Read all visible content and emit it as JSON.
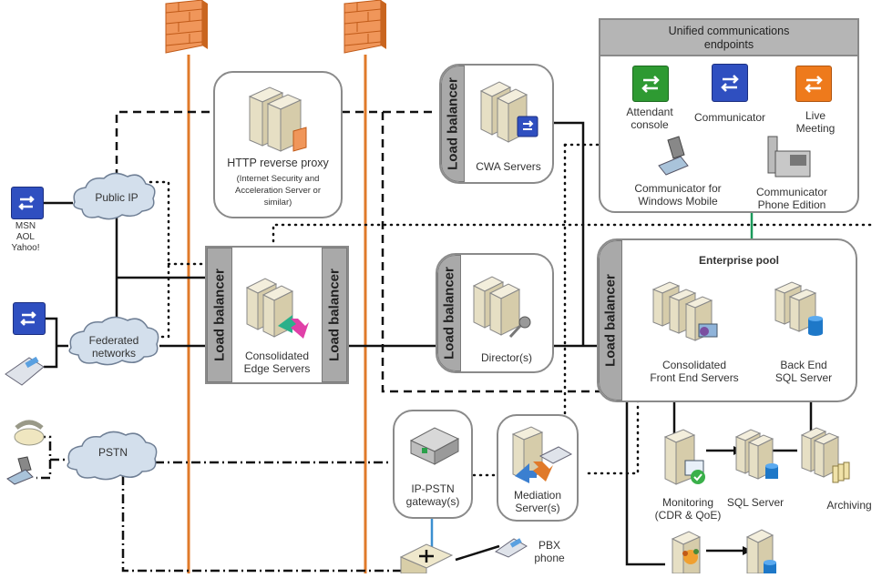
{
  "title": "Office Communications Server topology",
  "line_styles": {
    "firewall": "#e07a2a",
    "solid": "#111111",
    "blue_link": "#3b8fd0",
    "green_link": "#1a9a5a"
  },
  "firewalls": [
    {
      "name": "firewall-left"
    },
    {
      "name": "firewall-right"
    }
  ],
  "load_balancer_label": "Load balancer",
  "uc_endpoints": {
    "header": [
      "Unified communications",
      "endpoints"
    ],
    "items": [
      {
        "label": [
          "Attendant",
          "console"
        ],
        "icon": "attendant-console-icon",
        "color": "#2e9a32"
      },
      {
        "label": [
          "Communicator"
        ],
        "icon": "communicator-icon",
        "color": "#2f4fc0"
      },
      {
        "label": [
          "Live",
          "Meeting"
        ],
        "icon": "live-meeting-icon",
        "color": "#ee7a1c"
      },
      {
        "label": [
          "Communicator for",
          "Windows Mobile"
        ],
        "icon": "mobile-phone-icon"
      },
      {
        "label": [
          "Communicator",
          "Phone Edition"
        ],
        "icon": "desk-phone-icon"
      }
    ]
  },
  "http_proxy": {
    "title": "HTTP reverse proxy",
    "subtitle": [
      "(Internet Security and",
      "Acceleration Server or",
      "similar)"
    ]
  },
  "cwa": {
    "label": "CWA Servers"
  },
  "edge": {
    "label": [
      "Consolidated",
      "Edge Servers"
    ]
  },
  "director": {
    "label": "Director(s)"
  },
  "enterprise_pool": {
    "title": "Enterprise pool",
    "front_end": [
      "Consolidated",
      "Front End Servers"
    ],
    "back_end": [
      "Back End",
      "SQL Server"
    ]
  },
  "clouds": {
    "public_ip": "Public IP",
    "federated": [
      "Federated",
      "networks"
    ],
    "pstn": "PSTN"
  },
  "im_providers": [
    "MSN",
    "AOL",
    "Yahoo!"
  ],
  "gateway": {
    "label": [
      "IP-PSTN",
      "gateway(s)"
    ]
  },
  "mediation": {
    "label": [
      "Mediation",
      "Server(s)"
    ]
  },
  "pbx": {
    "label": [
      "PBX",
      "phone"
    ]
  },
  "monitoring": {
    "label": [
      "Monitoring",
      "(CDR &  QoE)"
    ]
  },
  "sql_server": {
    "label": "SQL Server"
  },
  "archiving": {
    "label": "Archiving"
  }
}
